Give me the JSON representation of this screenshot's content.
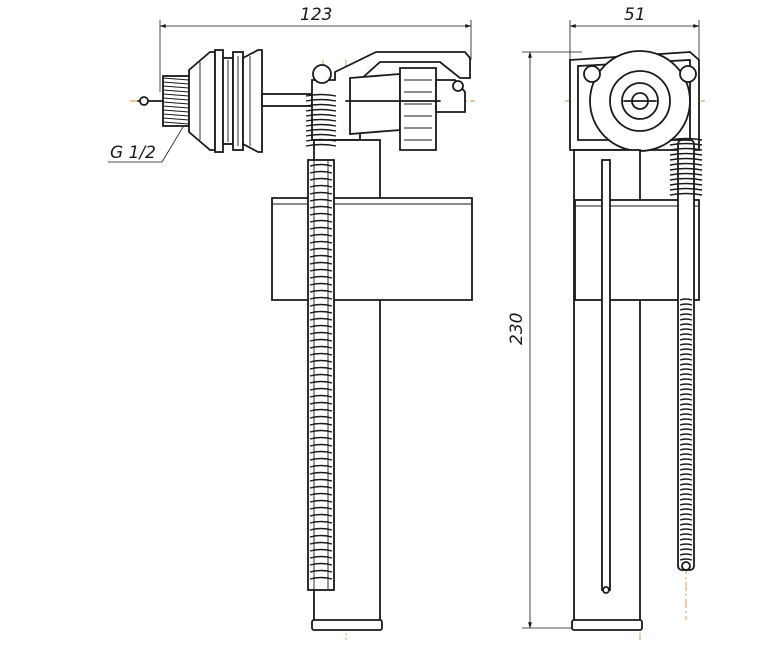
{
  "dimensions": {
    "width_label": "123",
    "side_width_label": "51",
    "height_label": "230",
    "thread_label": "G 1/2"
  },
  "colors": {
    "outline": "#1a1a1a",
    "centerline": "#e08a3a",
    "background": "#ffffff"
  }
}
